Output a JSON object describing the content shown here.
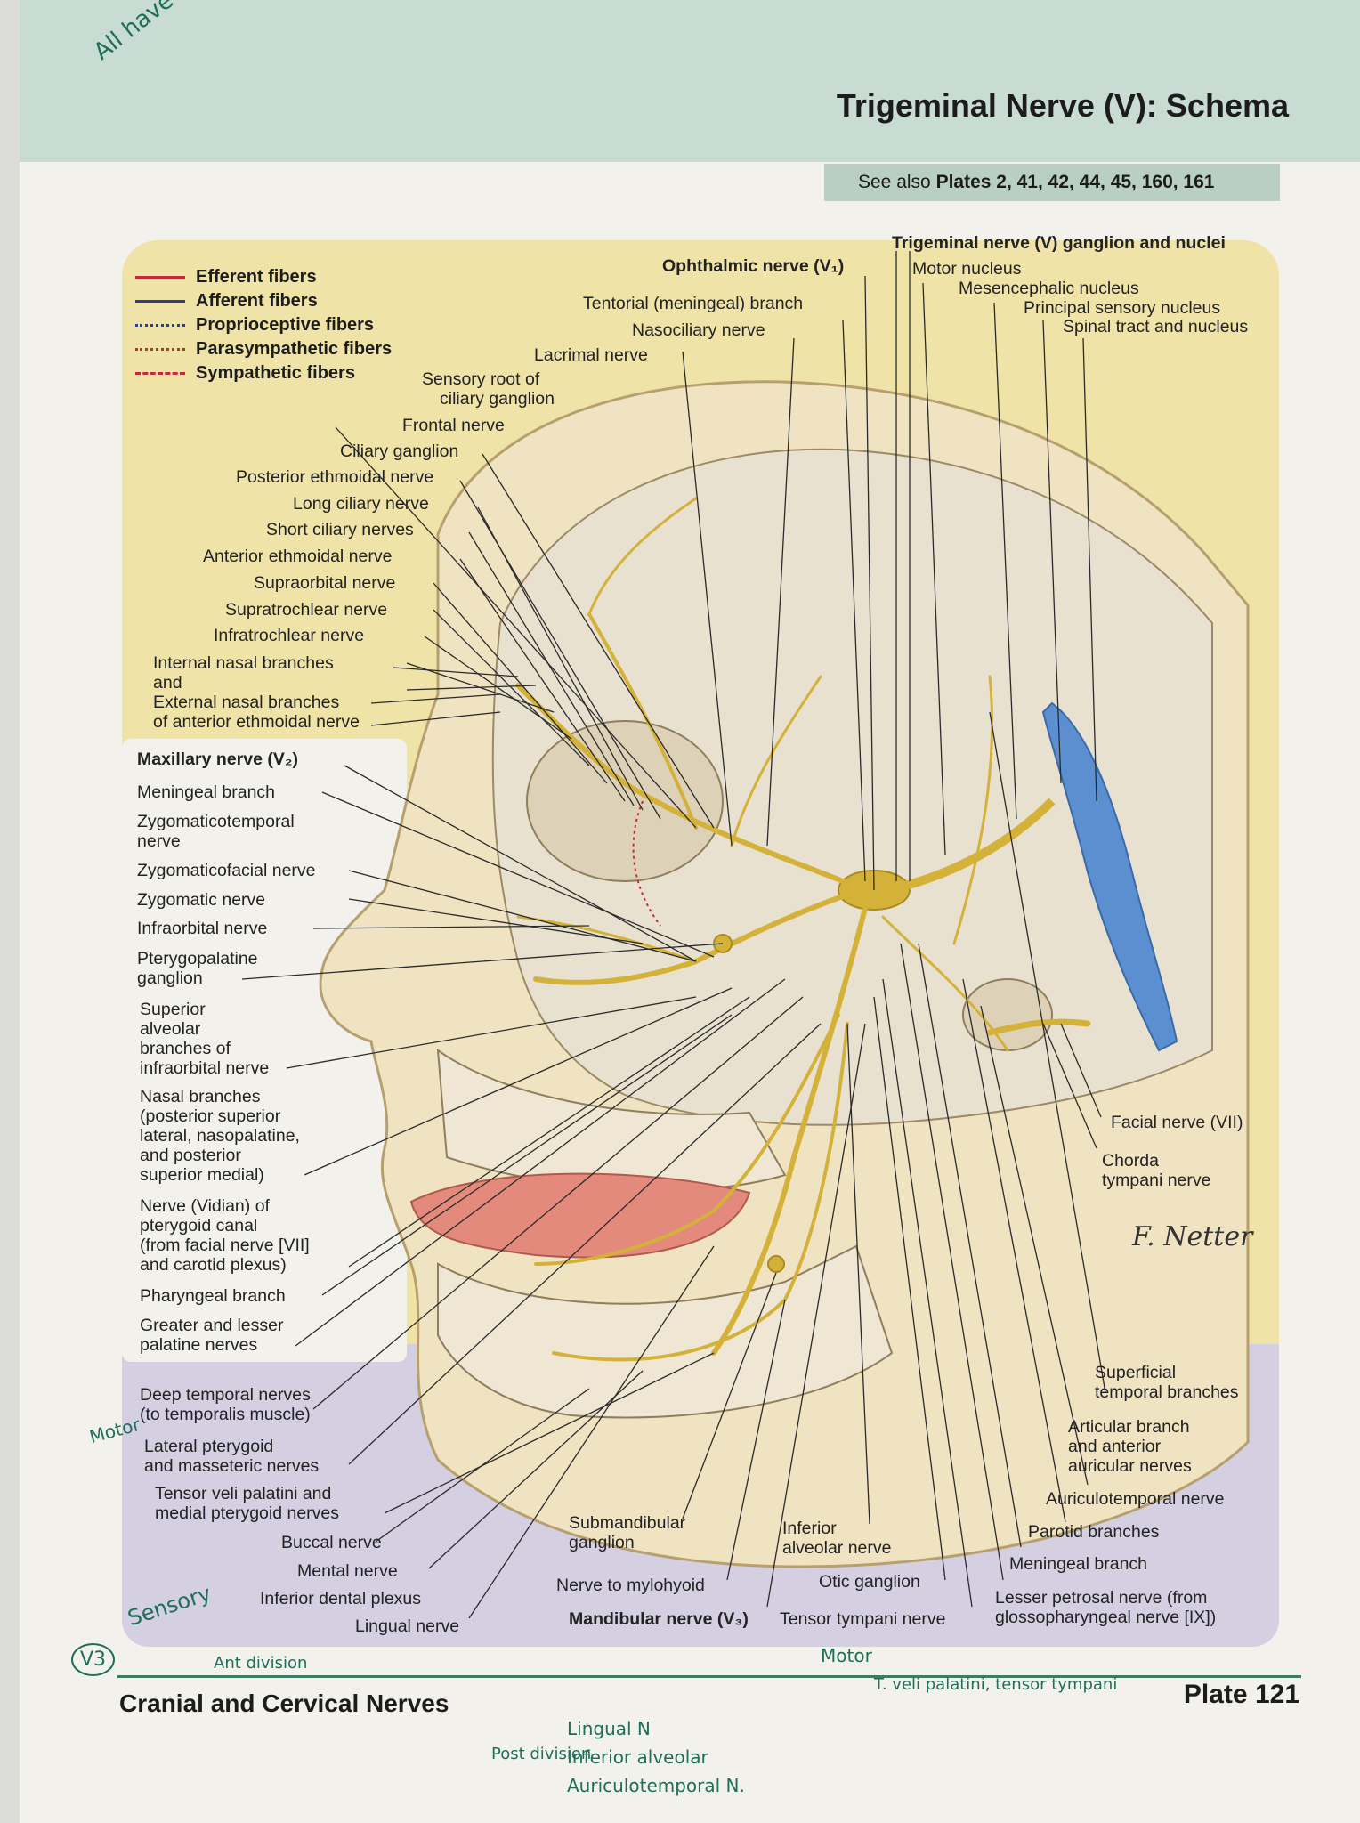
{
  "header": {
    "title": "Trigeminal Nerve (V): Schema",
    "see_also_prefix": "See also ",
    "see_also_plates": "Plates 2, 41, 42, 44, 45, 160, 161"
  },
  "legend": [
    {
      "label": "Efferent fibers",
      "color": "#c8283c",
      "style": "solid"
    },
    {
      "label": "Afferent fibers",
      "color": "#2a3f8f",
      "style": "solid"
    },
    {
      "label": "Proprioceptive fibers",
      "color": "#2a3f8f",
      "style": "dotted"
    },
    {
      "label": "Parasympathetic fibers",
      "color": "#c8283c",
      "style": "dotted"
    },
    {
      "label": "Sympathetic fibers",
      "color": "#c8283c",
      "style": "dashed"
    }
  ],
  "labels": {
    "ophthalmic": "Ophthalmic nerve (V₁)",
    "tentorial": "Tentorial (meningeal) branch",
    "nasociliary": "Nasociliary nerve",
    "lacrimal": "Lacrimal nerve",
    "sensory_root_1": "Sensory root of",
    "sensory_root_2": "ciliary ganglion",
    "frontal": "Frontal nerve",
    "ciliary_ganglion": "Ciliary ganglion",
    "posterior_ethmoidal": "Posterior ethmoidal nerve",
    "long_ciliary": "Long ciliary nerve",
    "short_ciliary": "Short ciliary nerves",
    "anterior_ethmoidal": "Anterior ethmoidal nerve",
    "supraorbital": "Supraorbital nerve",
    "supratrochlear": "Supratrochlear nerve",
    "infratrochlear": "Infratrochlear nerve",
    "internal_nasal": "Internal nasal branches",
    "and": "and",
    "external_nasal": "External nasal branches",
    "of_anterior_ethmoidal": "of anterior ethmoidal nerve",
    "maxillary": "Maxillary nerve (V₂)",
    "meningeal_branch": "Meningeal branch",
    "zygomaticotemporal_1": "Zygomaticotemporal",
    "zygomaticotemporal_2": "nerve",
    "zygomaticofacial": "Zygomaticofacial nerve",
    "zygomatic": "Zygomatic nerve",
    "infraorbital": "Infraorbital nerve",
    "pterygopalatine_1": "Pterygopalatine",
    "pterygopalatine_2": "ganglion",
    "superior_alveolar_1": "Superior",
    "superior_alveolar_2": "alveolar",
    "superior_alveolar_3": "branches of",
    "superior_alveolar_4": "infraorbital nerve",
    "nasal_branches_1": "Nasal branches",
    "nasal_branches_2": "(posterior superior",
    "nasal_branches_3": "lateral, nasopalatine,",
    "nasal_branches_4": "and posterior",
    "nasal_branches_5": "superior medial)",
    "vidian_1": "Nerve (Vidian) of",
    "vidian_2": "pterygoid canal",
    "vidian_3": "(from facial nerve [VII]",
    "vidian_4": "and carotid plexus)",
    "pharyngeal": "Pharyngeal branch",
    "palatine_1": "Greater and lesser",
    "palatine_2": "palatine nerves",
    "deep_temporal_1": "Deep temporal nerves",
    "deep_temporal_2": "(to temporalis muscle)",
    "lateral_pterygoid_1": "Lateral pterygoid",
    "lateral_pterygoid_2": "and masseteric nerves",
    "tensor_veli_1": "Tensor veli palatini and",
    "tensor_veli_2": "medial pterygoid nerves",
    "buccal": "Buccal nerve",
    "mental": "Mental nerve",
    "inferior_dental": "Inferior dental plexus",
    "lingual": "Lingual nerve",
    "submandibular_1": "Submandibular",
    "submandibular_2": "ganglion",
    "mylohyoid": "Nerve to mylohyoid",
    "mandibular": "Mandibular nerve (V₃)",
    "inferior_alveolar_1": "Inferior",
    "inferior_alveolar_2": "alveolar nerve",
    "otic": "Otic ganglion",
    "tensor_tympani": "Tensor tympani nerve",
    "ganglion_nuclei": "Trigeminal nerve (V) ganglion and nuclei",
    "motor_nucleus": "Motor nucleus",
    "mesencephalic": "Mesencephalic nucleus",
    "principal_sensory": "Principal sensory nucleus",
    "spinal_tract": "Spinal tract and nucleus",
    "facial_nerve": "Facial nerve (VII)",
    "chorda_1": "Chorda",
    "chorda_2": "tympani nerve",
    "superficial_temporal_1": "Superficial",
    "superficial_temporal_2": "temporal branches",
    "articular_1": "Articular branch",
    "articular_2": "and anterior",
    "articular_3": "auricular nerves",
    "auriculotemporal": "Auriculotemporal nerve",
    "parotid": "Parotid branches",
    "meningeal_branch_v3": "Meningeal branch",
    "lesser_petrosal_1": "Lesser petrosal nerve (from",
    "lesser_petrosal_2": "glossopharyngeal nerve [IX])"
  },
  "footer": {
    "section": "Cranial and Cervical Nerves",
    "plate": "Plate 121"
  },
  "handwritten": {
    "top_left": "All have a meningeal branch",
    "ann_motor": "Motor",
    "ann_sensory": "Sensory",
    "ann_v3": "V3",
    "ann_ant_division": "Ant division",
    "ann_post_division": "Post division",
    "ann_lingual": "Lingual N",
    "ann_inferior_alveolar": "Inferior alveolar",
    "ann_auriculotemporal": "Auriculotemporal N.",
    "ann_motor_right": "Motor",
    "ann_tensor": "T. veli palatini, tensor tympani"
  },
  "colors": {
    "nerve": "#d4b23a",
    "nerve_dark": "#a88a1f",
    "skin": "#f0e3c2",
    "bone": "#e9e1cf",
    "annotation": "#1f6e59"
  }
}
